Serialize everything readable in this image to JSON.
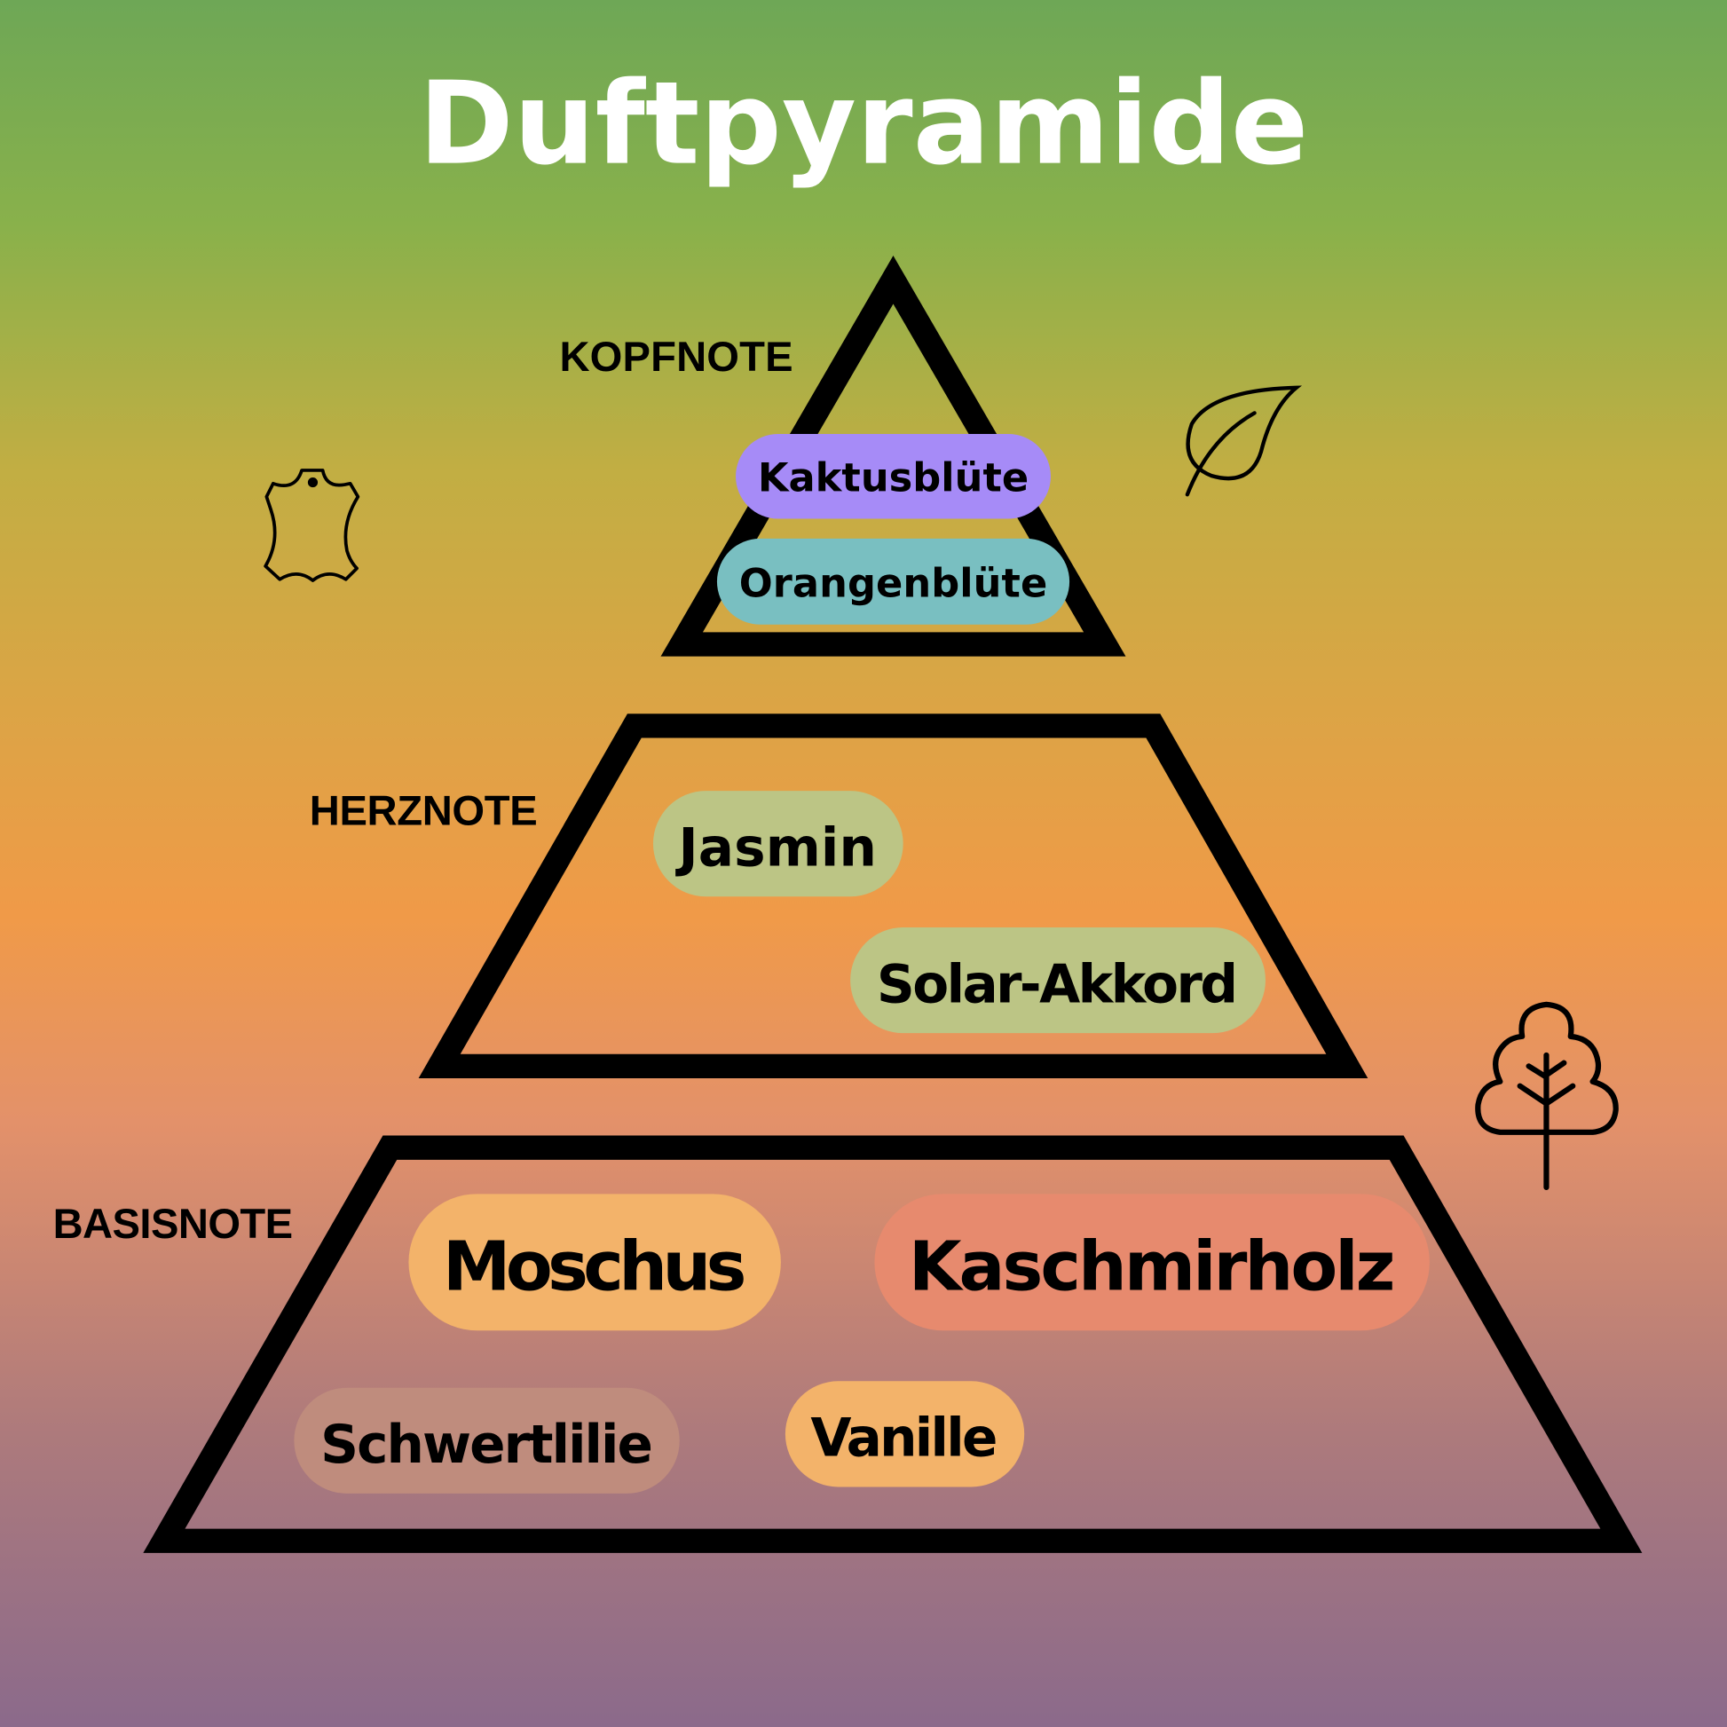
{
  "title": "Duftpyramide",
  "levels": {
    "top": {
      "label": "KOPFNOTE",
      "notes": [
        "Kaktusblüte",
        "Orangenblüte"
      ]
    },
    "middle": {
      "label": "HERZNOTE",
      "notes": [
        "Jasmin",
        "Solar-Akkord"
      ]
    },
    "base": {
      "label": "BASISNOTE",
      "notes": [
        "Moschus",
        "Kaschmirholz",
        "Schwertlilie",
        "Vanille"
      ]
    }
  },
  "icons": [
    "leather-icon",
    "leaf-icon",
    "tree-icon"
  ],
  "colors": {
    "purple": "#a68bf7",
    "teal": "#79bfc1",
    "sage": "#bcc585",
    "apricot": "#f3b36a",
    "salmon": "#e78a6e",
    "mauve": "#bf8c7d"
  }
}
